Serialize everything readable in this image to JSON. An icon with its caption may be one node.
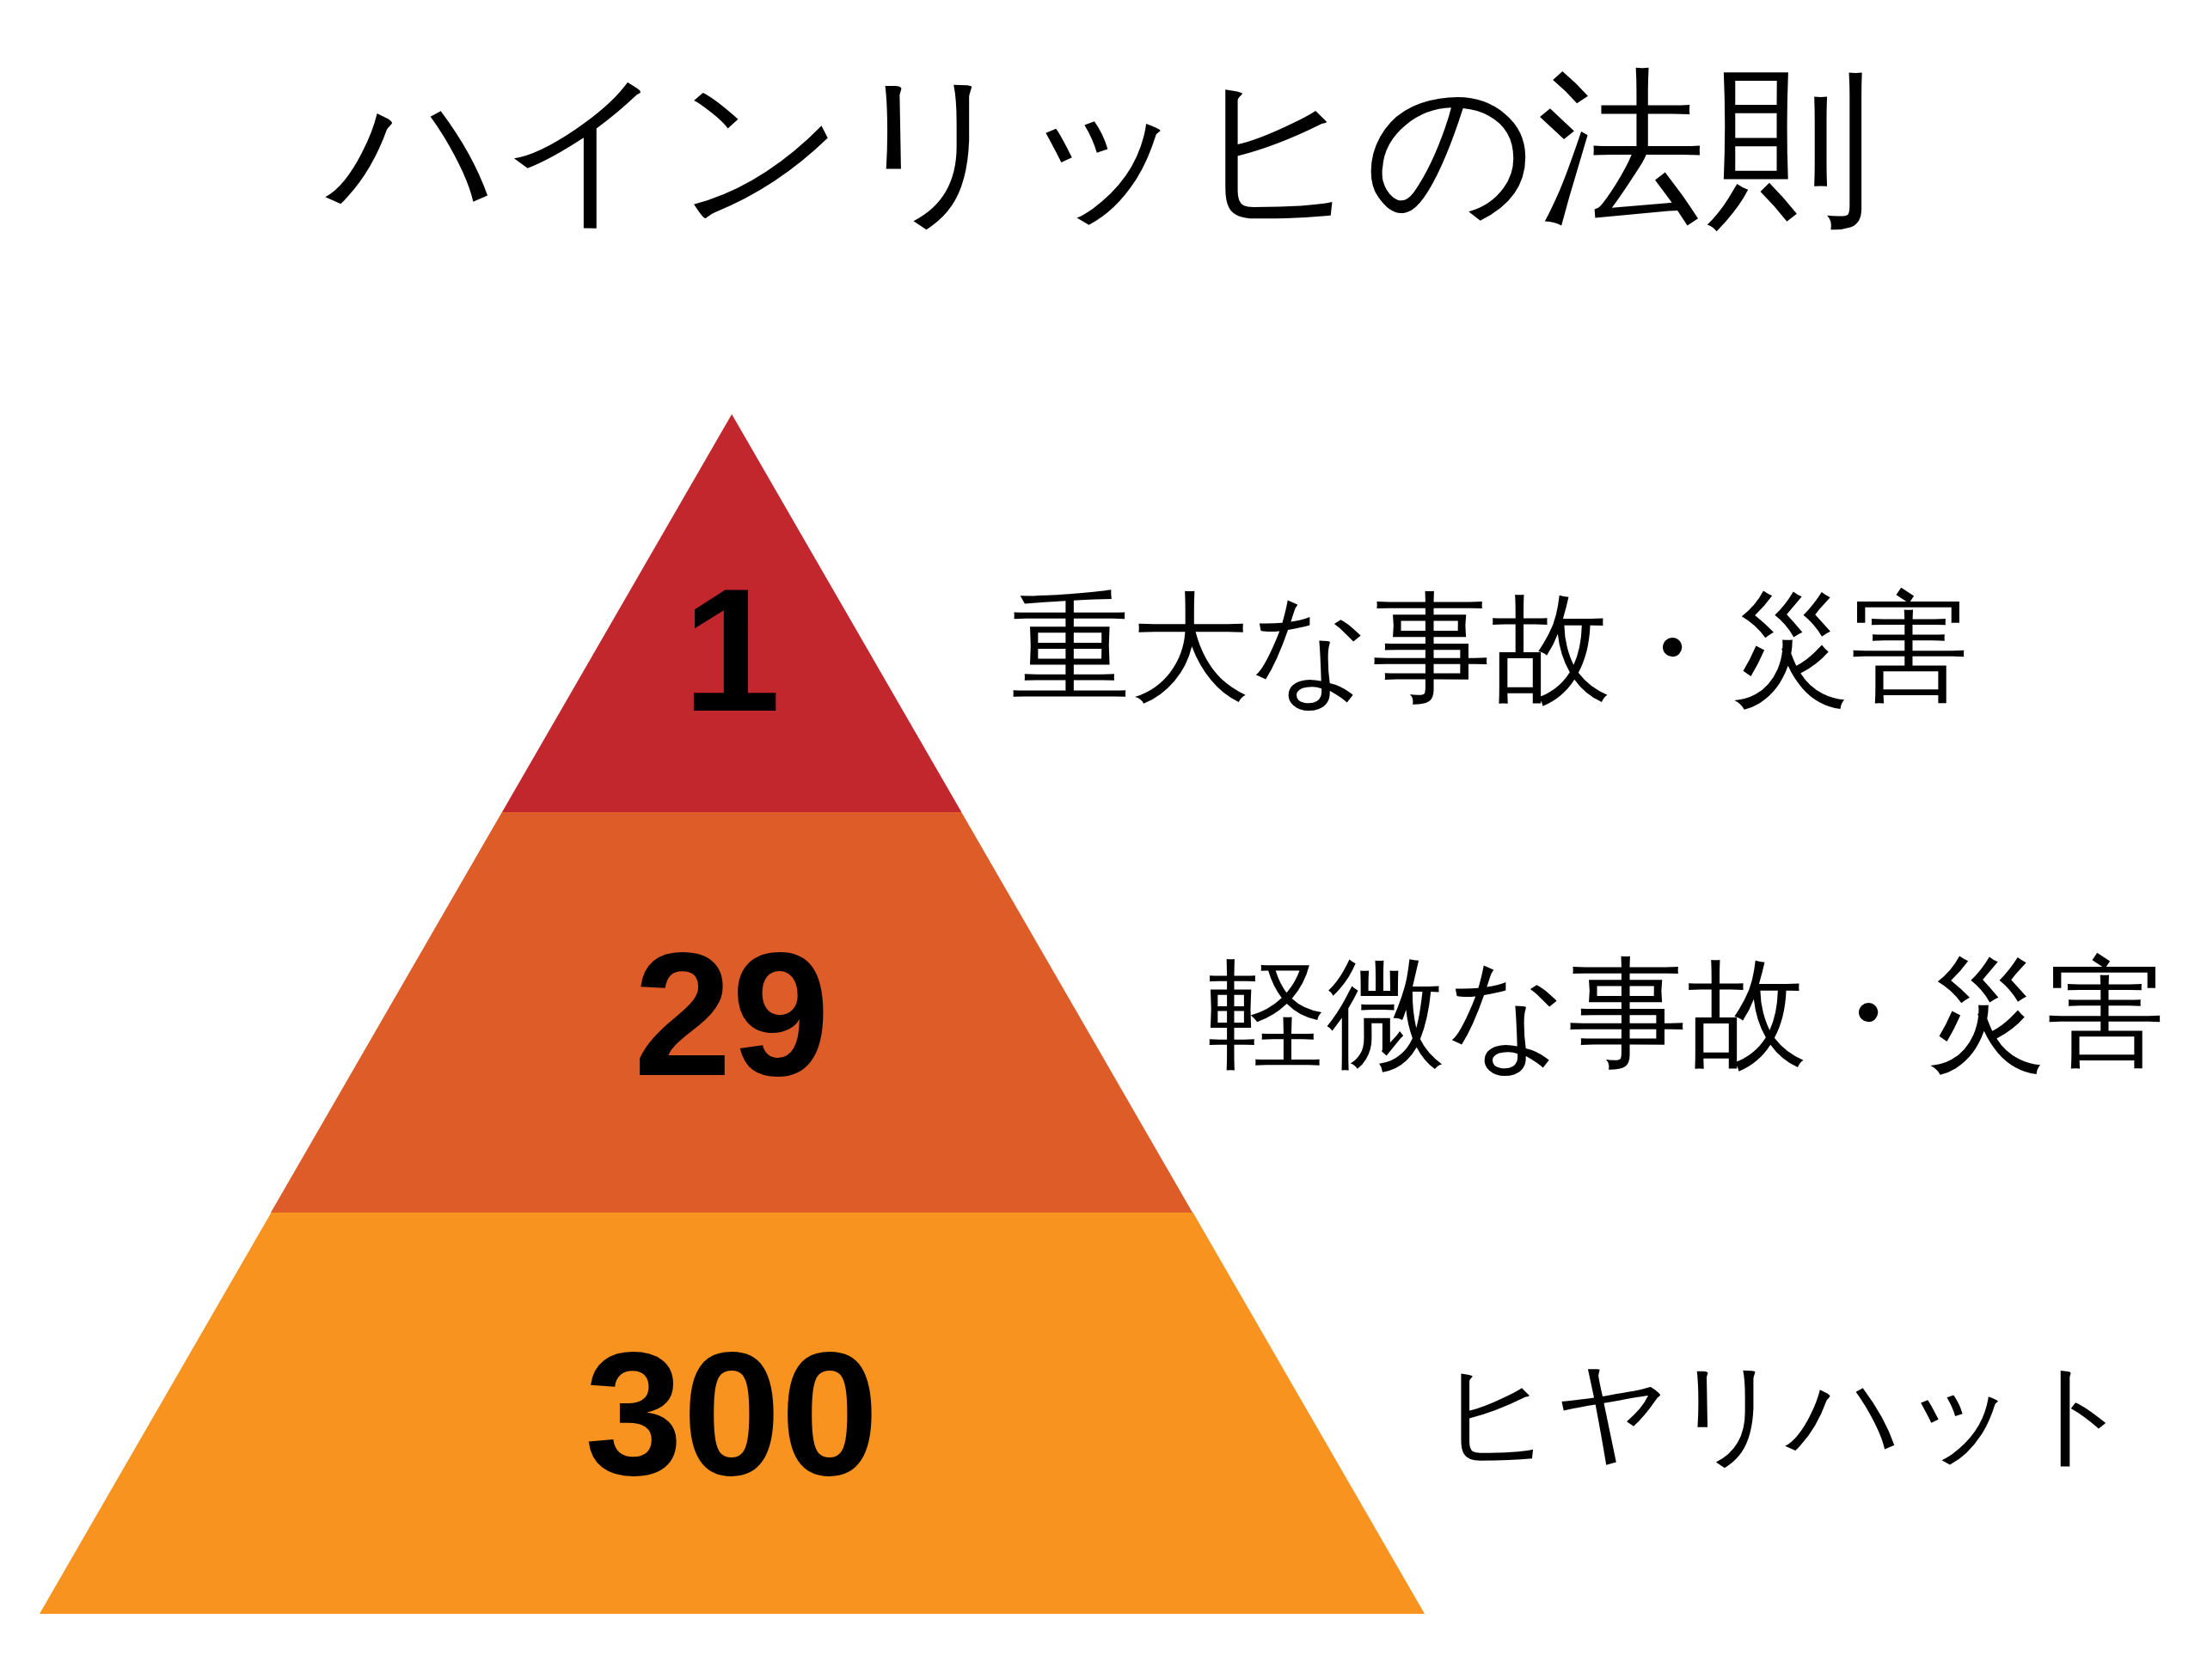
{
  "diagram": {
    "title": "ハインリッヒの法則",
    "nodes": [
      {
        "text": [
          "1"
        ],
        "beside": [
          "重大な事故・災害"
        ]
      },
      {
        "text": [
          "29"
        ],
        "beside": [
          "軽微な事故・災害"
        ]
      },
      {
        "text": [
          "300"
        ],
        "beside": [
          "ヒヤリハット"
        ]
      }
    ]
  }
}
